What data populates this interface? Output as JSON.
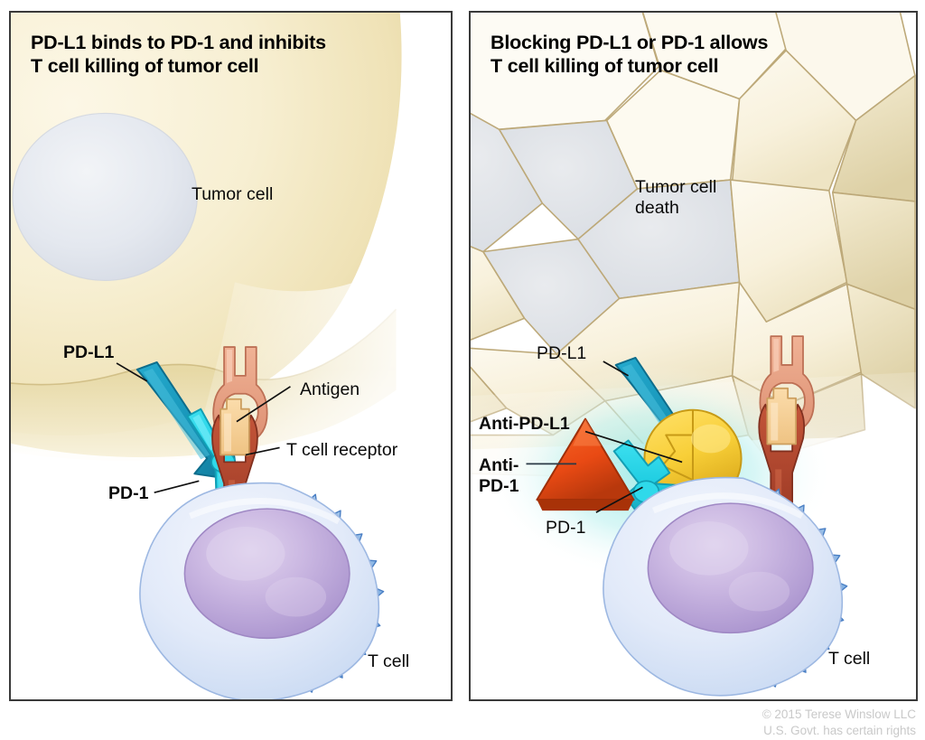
{
  "figure": {
    "type": "medical-illustration",
    "subject": "PD-L1 / PD-1 immune checkpoint pathway and checkpoint blockade",
    "copyright": "© 2015 Terese Winslow LLC\nU.S. Govt. has certain rights"
  },
  "panels": [
    {
      "id": "left",
      "title": "PD-L1 binds to PD-1 and inhibits\nT cell killing of tumor cell",
      "labels": {
        "tumor_cell": "Tumor cell",
        "pd_l1": "PD-L1",
        "pd_1": "PD-1",
        "antigen": "Antigen",
        "t_cell_receptor": "T cell receptor",
        "t_cell": "T cell"
      }
    },
    {
      "id": "right",
      "title": "Blocking PD-L1 or PD-1 allows\nT cell killing of tumor cell",
      "labels": {
        "tumor_cell_death": "Tumor cell\ndeath",
        "pd_l1": "PD-L1",
        "anti_pd_l1": "Anti-PD-L1",
        "anti_pd_1": "Anti-\nPD-1",
        "pd_1": "PD-1",
        "t_cell": "T cell"
      }
    }
  ],
  "colors": {
    "panel_border": "#3a3a3a",
    "background": "#ffffff",
    "tumor_cytoplasm": "#f6edcd",
    "tumor_cytoplasm_deep": "#e3d3a0",
    "tumor_nucleus": "#e6e9ee",
    "tumor_outline": "#b09a62",
    "dead_fragment_fill": "#faf4e2",
    "dead_fragment_outline": "#bda979",
    "t_cell_membrane": "#dfe6f7",
    "t_cell_spikes": "#85b0e0",
    "t_cell_spikes_deep": "#5b93d6",
    "t_cell_nucleus": "#b6a4d6",
    "t_cell_nucleus_light": "#d8c9e8",
    "pd_l1_teal": "#1a9ec0",
    "pd_l1_teal_dark": "#12789a",
    "pd_1_cyan": "#23d3e6",
    "pd_1_cyan_dark": "#13a9bf",
    "tcr_salmon": "#e9a183",
    "tcr_salmon_dark": "#c9765a",
    "tcr_red": "#b5452e",
    "tcr_red_dark": "#8d3322",
    "antigen_tan": "#f6cf92",
    "antigen_tan_dark": "#d9a961",
    "anti_pd_l1_yellow": "#f7cf3c",
    "anti_pd_l1_yellow_dark": "#d9a81f",
    "anti_pd_1_orange": "#ea4a14",
    "anti_pd_1_orange_dark": "#b8380c",
    "kill_glow": "#8fe4e0",
    "label_text": "#0a0a0a",
    "copyright_text": "#c9c9c9"
  }
}
